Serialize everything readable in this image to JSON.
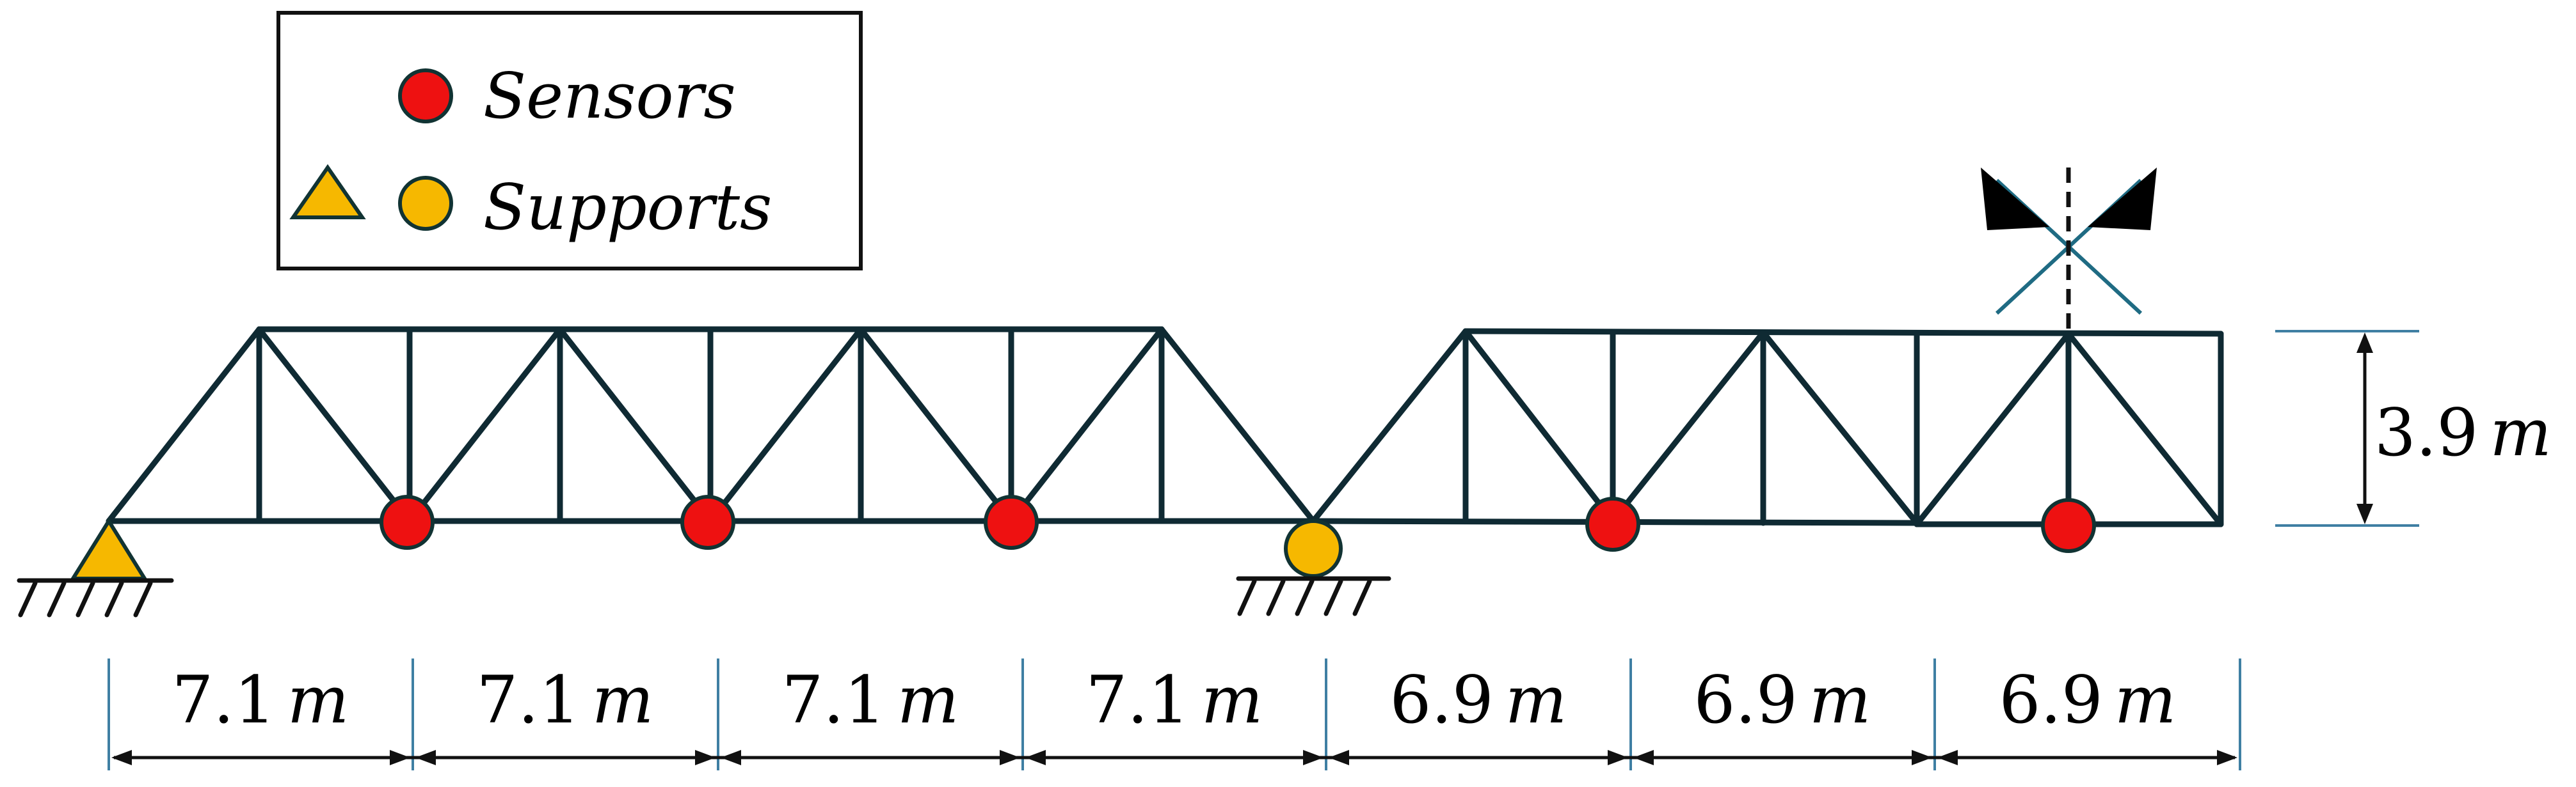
{
  "legend": {
    "sensors_label": "Sensors",
    "supports_label": "Supports"
  },
  "spans": [
    {
      "value": "7.1",
      "unit": "m"
    },
    {
      "value": "7.1",
      "unit": "m"
    },
    {
      "value": "7.1",
      "unit": "m"
    },
    {
      "value": "7.1",
      "unit": "m"
    },
    {
      "value": "6.9",
      "unit": "m"
    },
    {
      "value": "6.9",
      "unit": "m"
    },
    {
      "value": "6.9",
      "unit": "m"
    }
  ],
  "height": {
    "value": "3.9",
    "unit": "m"
  },
  "colors": {
    "sensor": "#ee1111",
    "support": "#f6b800",
    "member": "#0f2a33",
    "dimension_extension": "#3f7fa3",
    "damage_marker": "#1f6b83"
  },
  "icons": [
    "sensor-icon",
    "pin-support-icon",
    "roller-support-icon",
    "damage-marker-icon"
  ]
}
